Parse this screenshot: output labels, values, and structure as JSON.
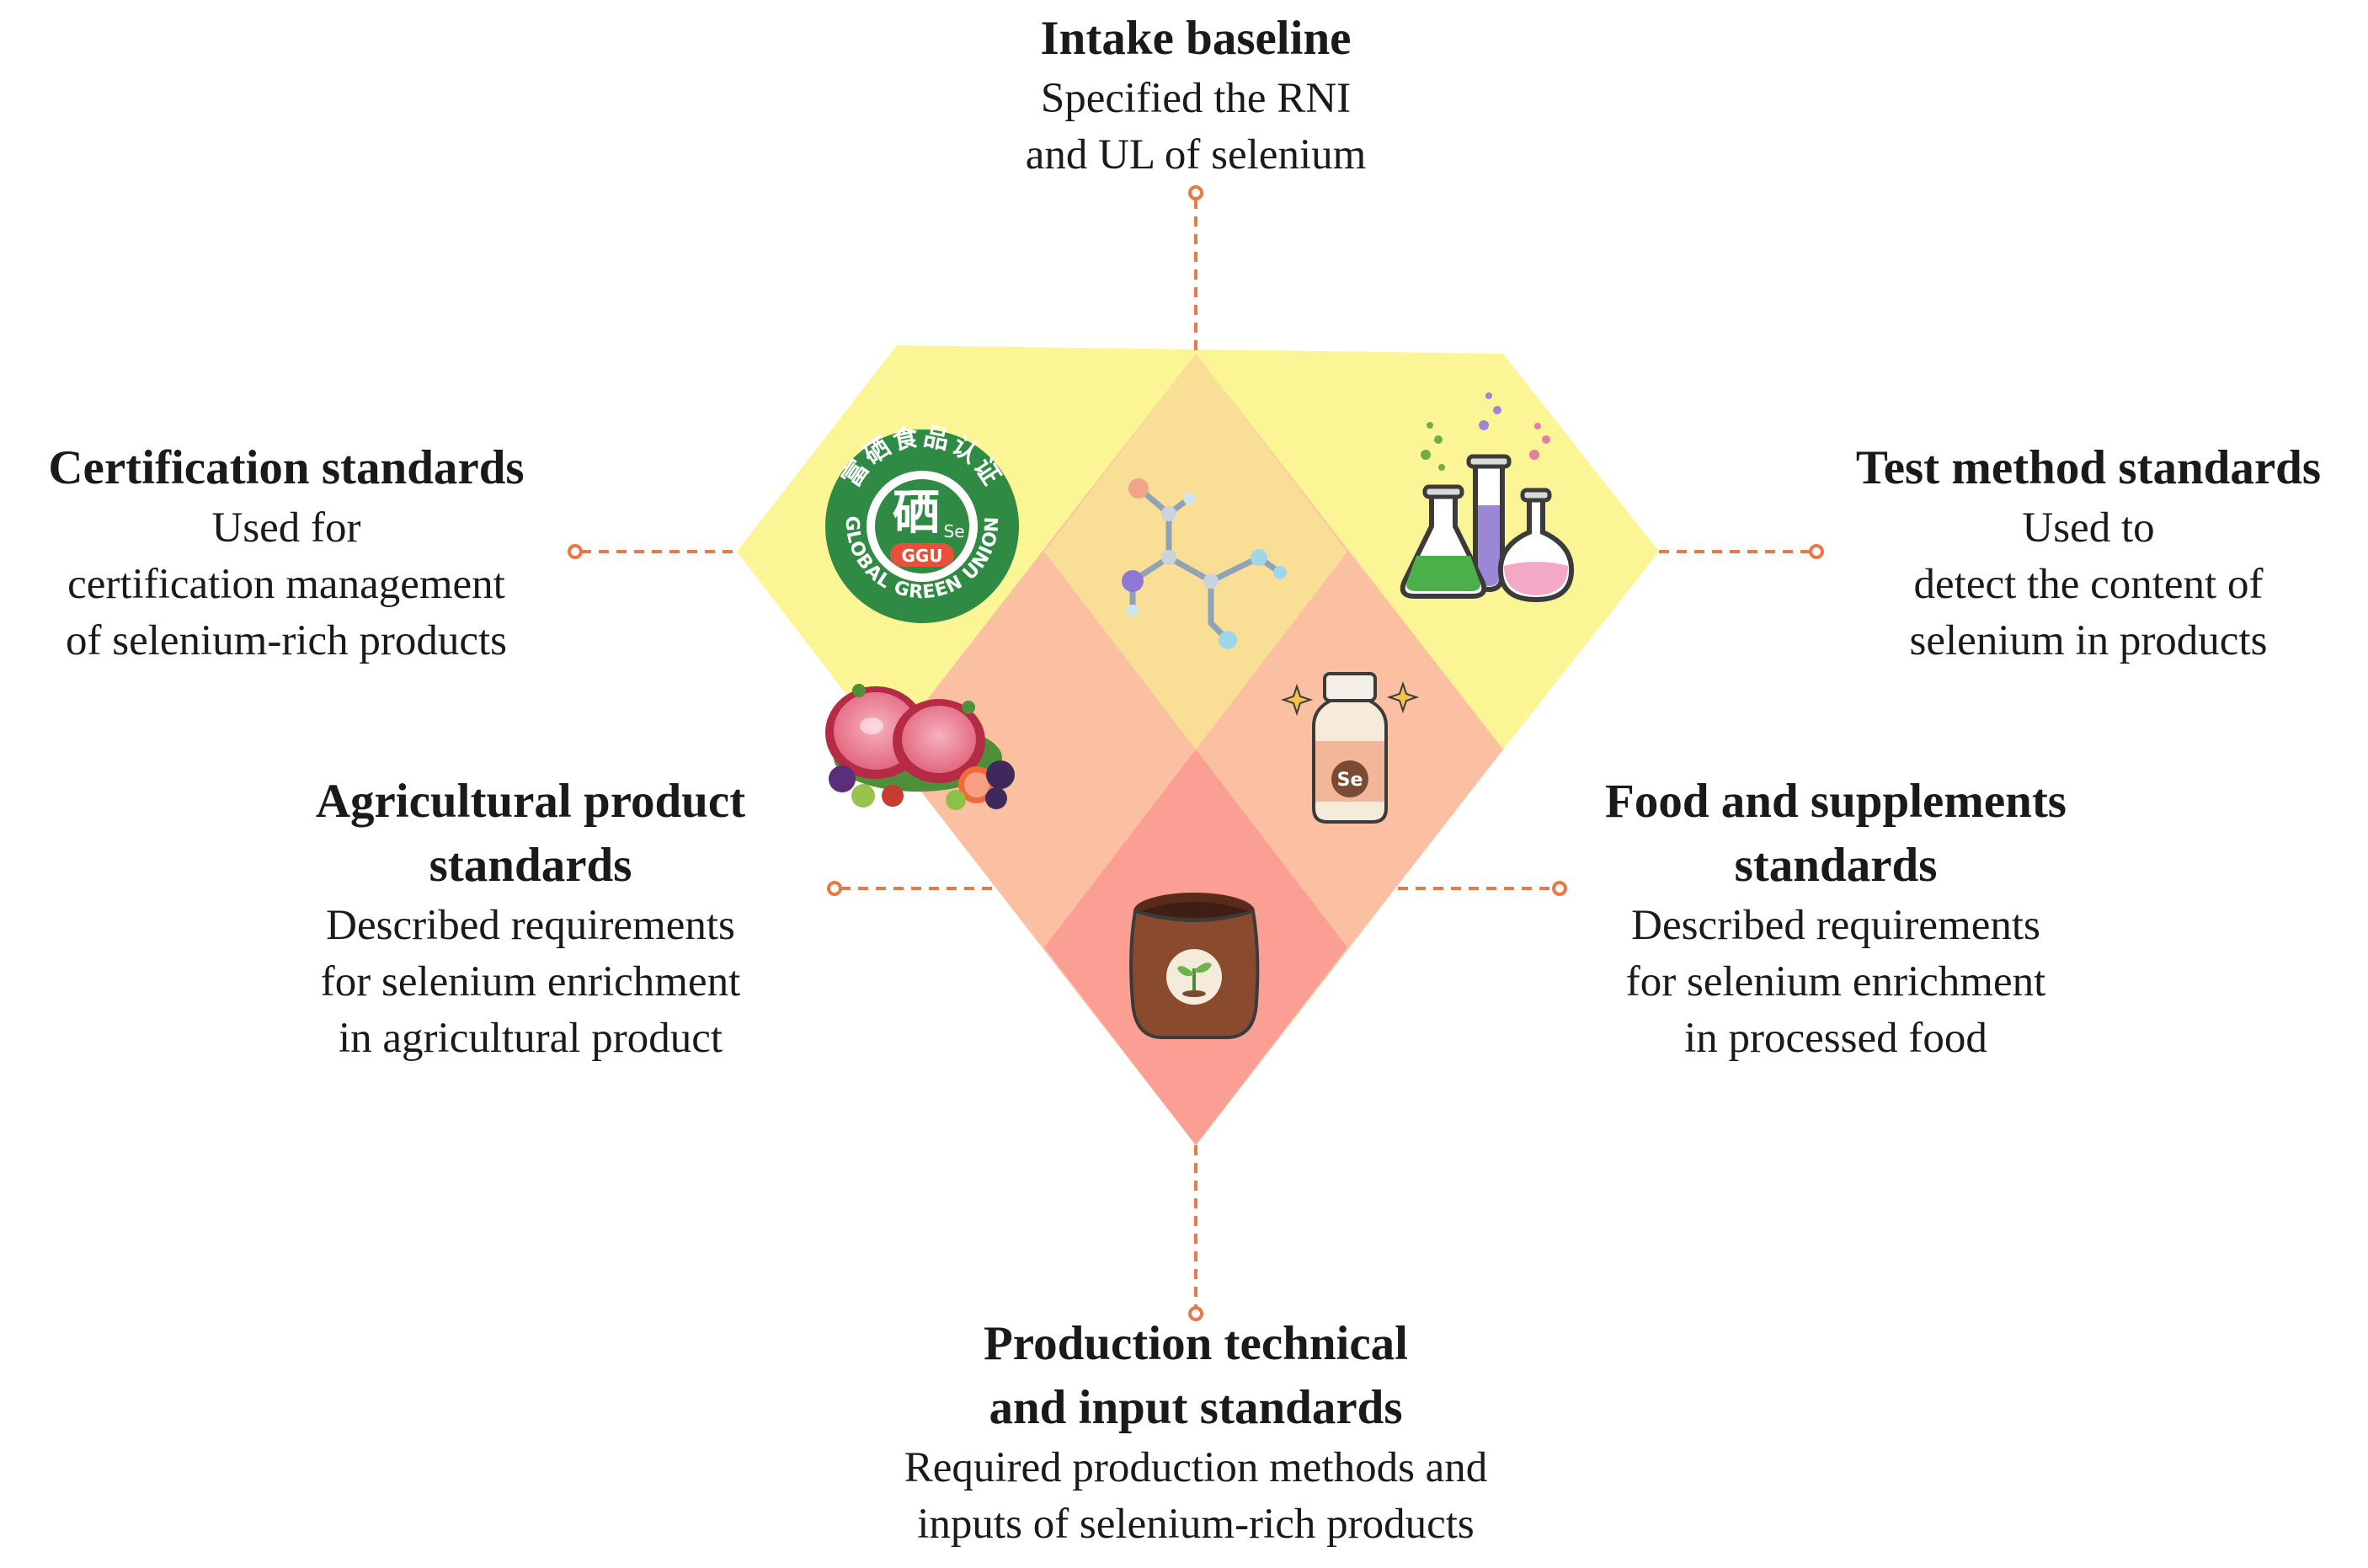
{
  "labels": {
    "intake": {
      "title": [
        "Intake baseline"
      ],
      "desc": [
        "Specified the RNI",
        "and UL of selenium"
      ]
    },
    "certification": {
      "title": [
        "Certification standards"
      ],
      "desc": [
        "Used for",
        "certification management",
        "of selenium-rich products"
      ]
    },
    "test_method": {
      "title": [
        "Test method standards"
      ],
      "desc": [
        "Used to",
        "detect the content of",
        "selenium in products"
      ]
    },
    "agricultural": {
      "title": [
        "Agricultural product",
        "standards"
      ],
      "desc": [
        "Described requirements",
        "for selenium enrichment",
        "in agricultural product"
      ]
    },
    "food": {
      "title": [
        "Food and supplements",
        "standards"
      ],
      "desc": [
        "Described requirements",
        "for selenium enrichment",
        "in processed food"
      ]
    },
    "production": {
      "title": [
        "Production technical",
        "and input standards"
      ],
      "desc": [
        "Required production methods and",
        "inputs of selenium-rich products"
      ]
    }
  },
  "badge": {
    "top_text": "富硒食品认证",
    "center_char": "硒",
    "center_sub": "Se",
    "ribbon": "GGU",
    "bottom_text": "GLOBAL GREEN UNION"
  },
  "bottle_label": "Se",
  "colors": {
    "outer_yellow": "#fbf596",
    "center_tan": "#f9df95",
    "middle_peach": "#fbc0a2",
    "bottom_pink": "#fb9e94",
    "connector": "#ea7a45",
    "badge_green": "#2f8a43",
    "badge_red": "#e9503a"
  }
}
